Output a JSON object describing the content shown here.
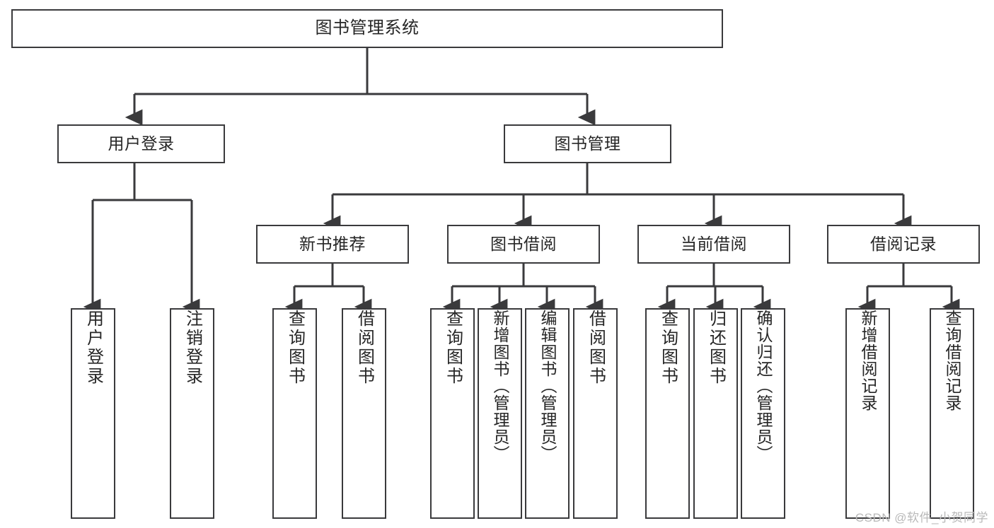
{
  "diagram": {
    "title": "图书管理系统",
    "type": "function-structure-tree",
    "root": {
      "label": "图书管理系统"
    },
    "level2": [
      {
        "label": "用户登录"
      },
      {
        "label": "图书管理"
      }
    ],
    "level3": [
      {
        "label": "新书推荐"
      },
      {
        "label": "图书借阅"
      },
      {
        "label": "当前借阅"
      },
      {
        "label": "借阅记录"
      }
    ],
    "leaves": {
      "user_login": [
        {
          "label": "用户登录"
        },
        {
          "label": "注销登录"
        }
      ],
      "new_book": [
        {
          "label": "查询图书"
        },
        {
          "label": "借阅图书"
        }
      ],
      "book_borrow": [
        {
          "label": "查询图书"
        },
        {
          "label": "新增图书（管理员）"
        },
        {
          "label": "编辑图书（管理员）"
        },
        {
          "label": "借阅图书"
        }
      ],
      "current_borrow": [
        {
          "label": "查询图书"
        },
        {
          "label": "归还图书"
        },
        {
          "label": "确认归还（管理员）"
        }
      ],
      "borrow_record": [
        {
          "label": "新增借阅记录"
        },
        {
          "label": "查询借阅记录"
        }
      ]
    },
    "watermark": "CSDN @软件_小贺同学",
    "colors": {
      "stroke": "#3a3a3c",
      "fill": "#ffffff",
      "text": "#262626",
      "watermark": "#b9b9b9"
    }
  }
}
